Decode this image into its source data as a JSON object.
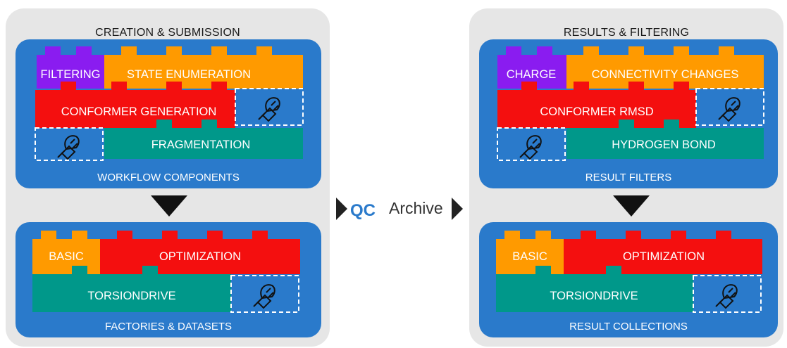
{
  "left": {
    "title": "CREATION & SUBMISSION",
    "top_caption": "WORKFLOW COMPONENTS",
    "bottom_caption": "FACTORIES & DATASETS",
    "blocks": {
      "filtering": "FILTERING",
      "state_enum": "STATE ENUMERATION",
      "conformer": "CONFORMER GENERATION",
      "fragmentation": "FRAGMENTATION",
      "basic": "BASIC",
      "optimization": "OPTIMIZATION",
      "torsiondrive": "TORSIONDRIVE"
    }
  },
  "center": {
    "logo_qc": "QC",
    "logo_text": "Archive"
  },
  "right": {
    "title": "RESULTS & FILTERING",
    "top_caption": "RESULT FILTERS",
    "bottom_caption": "RESULT COLLECTIONS",
    "blocks": {
      "charge": "CHARGE",
      "connectivity": "CONNECTIVITY CHANGES",
      "rmsd": "CONFORMER RMSD",
      "hbond": "HYDROGEN BOND",
      "basic": "BASIC",
      "optimization": "OPTIMIZATION",
      "torsiondrive": "TORSIONDRIVE"
    }
  },
  "colors": {
    "purple": "#8a1cf0",
    "orange": "#ff9a00",
    "red": "#f40f0f",
    "teal": "#00988a",
    "blue_box": "#2a7acb",
    "panel": "#e6e6e6"
  }
}
